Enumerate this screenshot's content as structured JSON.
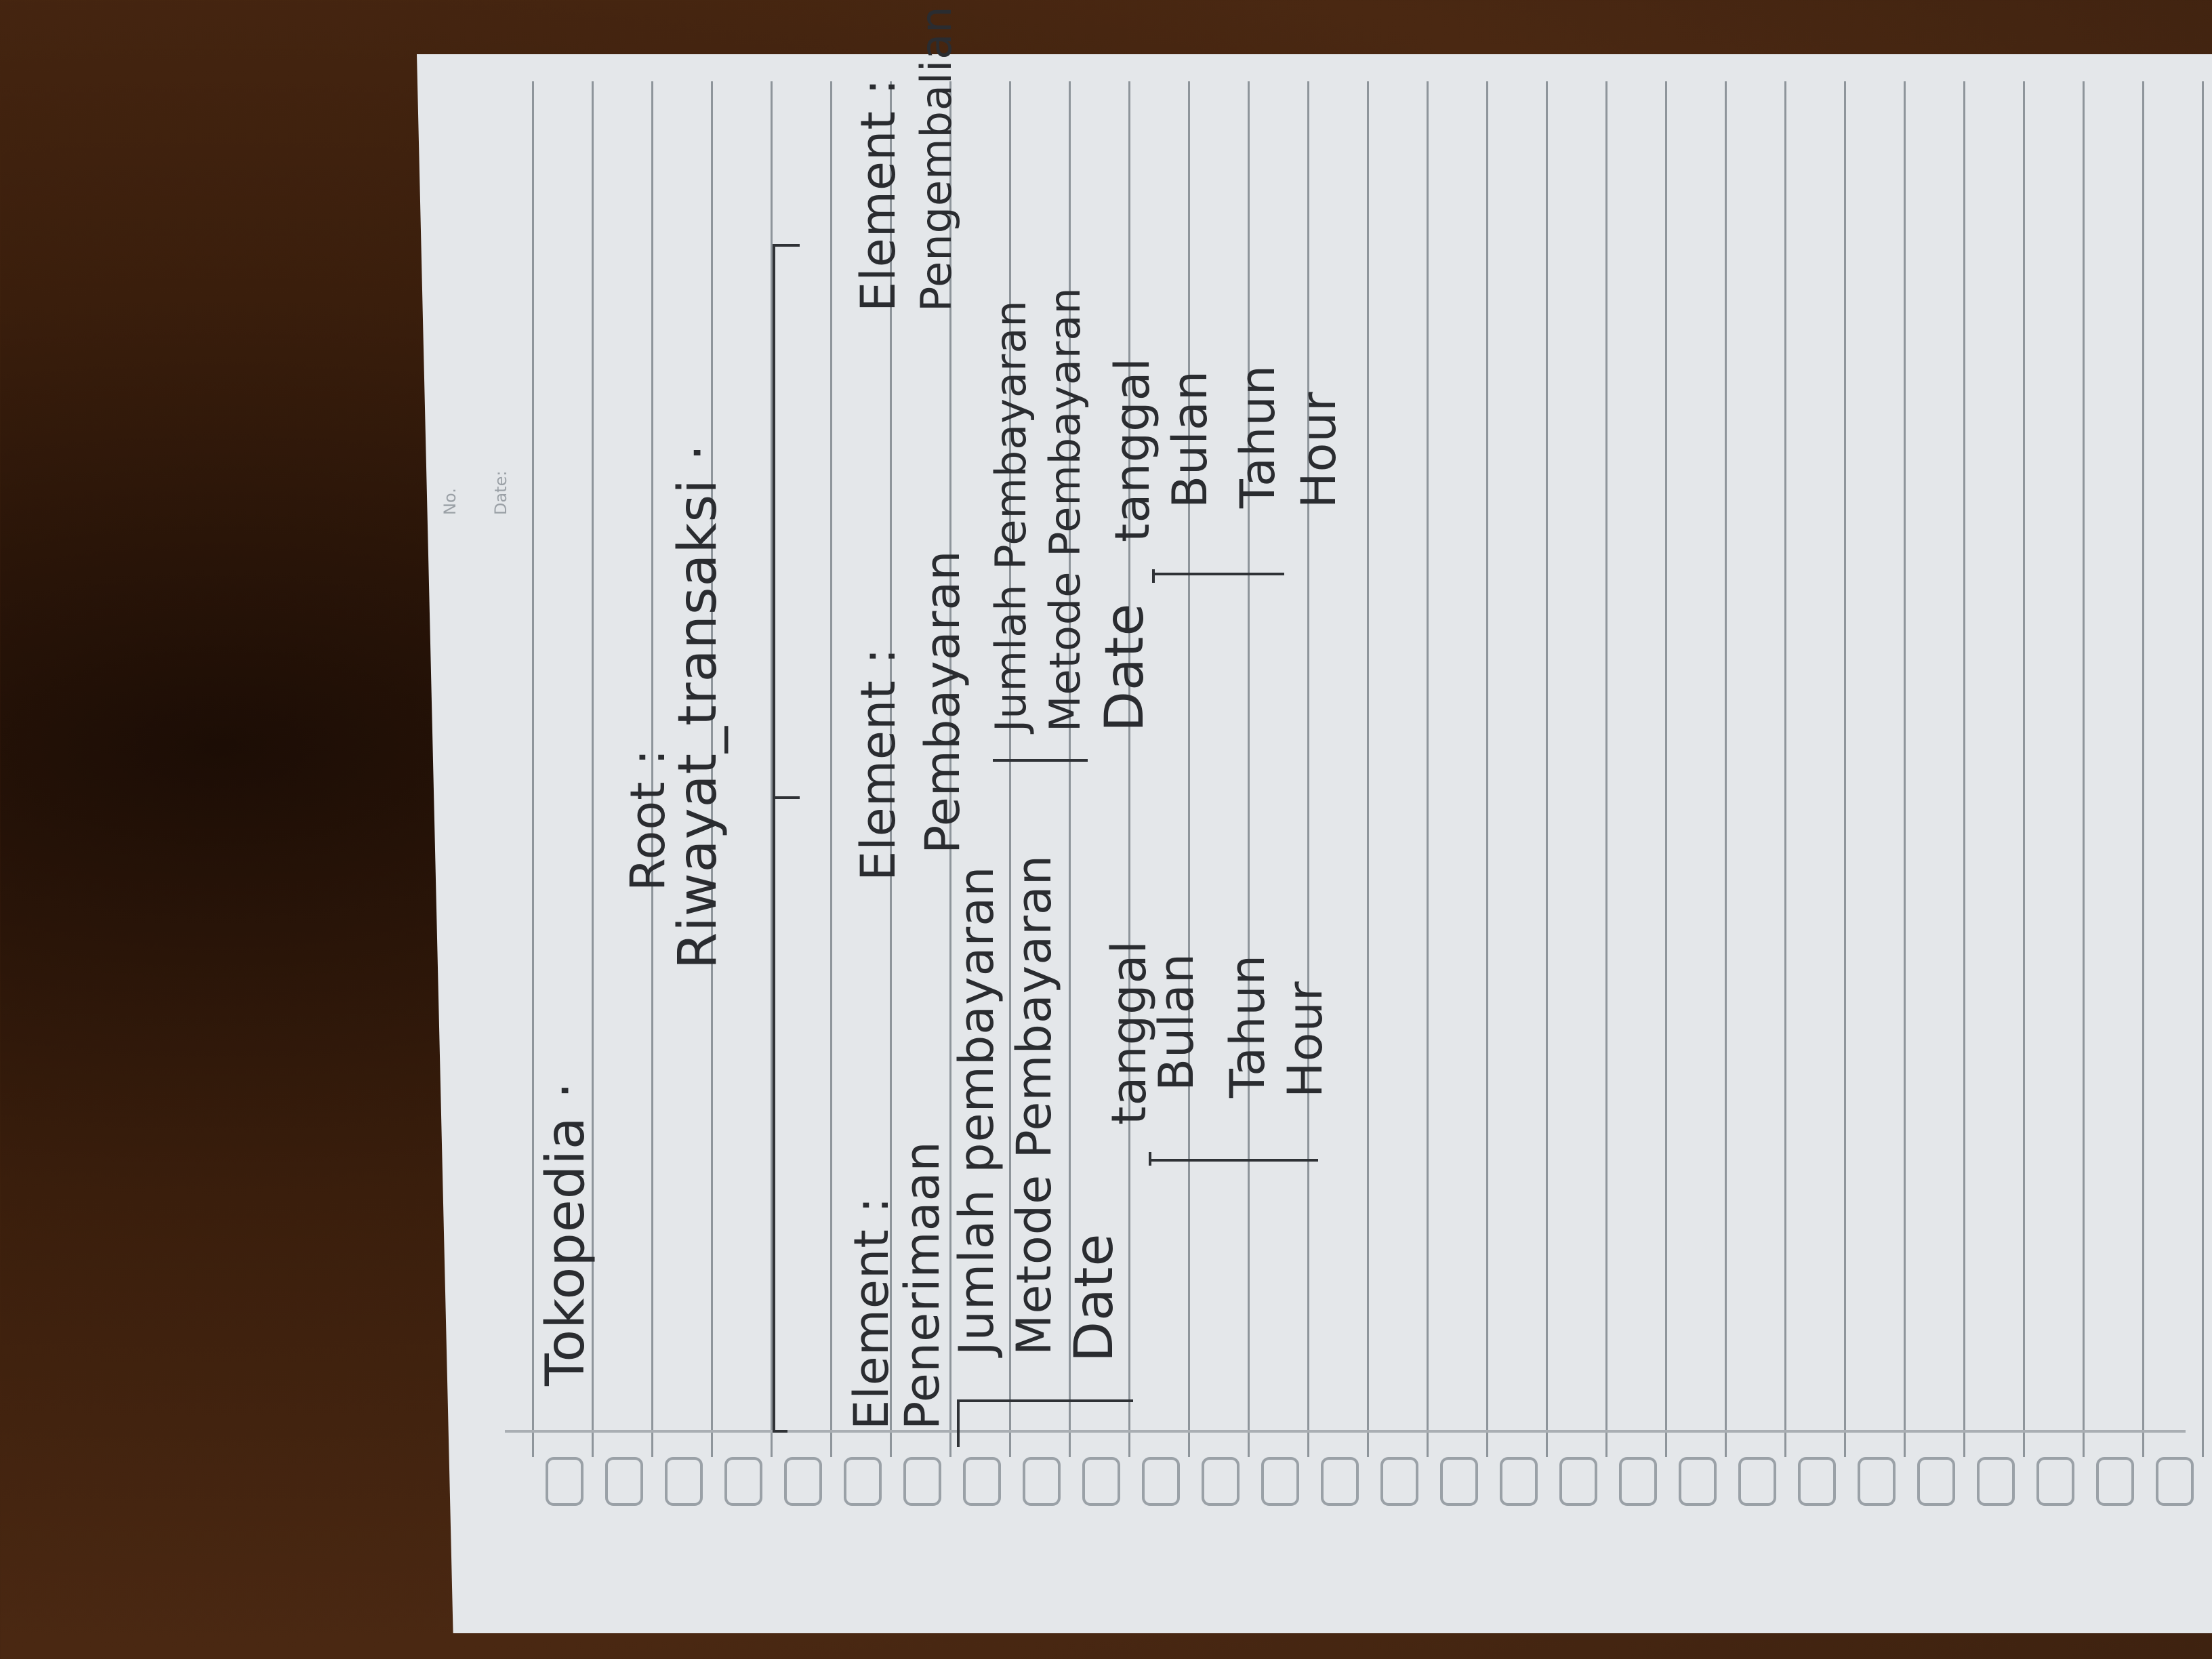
{
  "notebook": {
    "header": {
      "no_label": "No.",
      "date_label": "Date:"
    },
    "title": "Tokopedia ·",
    "root": {
      "label": "Root :",
      "value": "Riwayat_transaksi ·"
    },
    "elements": [
      {
        "label": "Element :",
        "name": "Penerimaan",
        "children": [
          "Jumlah pembayaran",
          "Metode Pembayaran",
          "Date"
        ],
        "date_children": [
          "tanggal",
          "Bulan",
          "Tahun",
          "Hour"
        ]
      },
      {
        "label": "Element :",
        "name": "Pembayaran",
        "children": [
          "Jumlah Pembayaran",
          "Metode Pembayaran",
          "Date"
        ],
        "date_children": [
          "tanggal",
          "Bulan",
          "Tahun",
          "Hour"
        ]
      },
      {
        "label": "Element :",
        "name": "Pengembalian"
      }
    ]
  }
}
